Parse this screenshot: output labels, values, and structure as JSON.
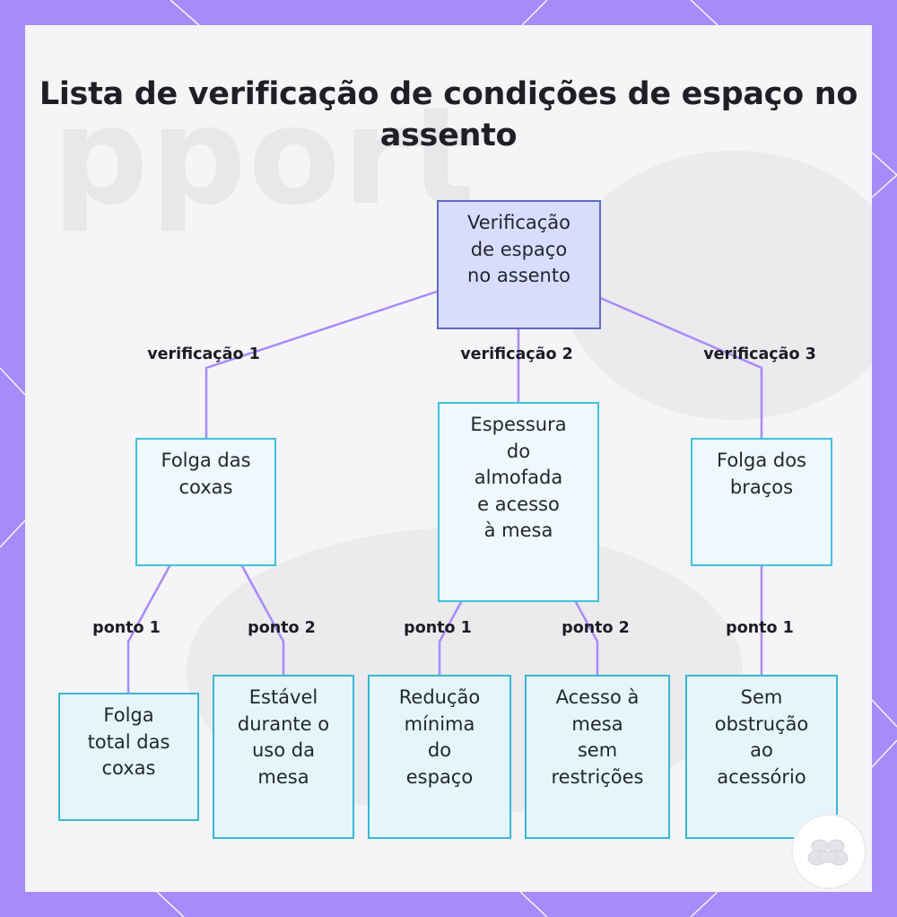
{
  "title": "Lista de verificação de condições de espaço no assento",
  "colors": {
    "frame": "#a78bfa",
    "root_fill": "#d9dcfd",
    "root_border": "#5c6ac4",
    "node_fill": "#eef8fd",
    "node_border": "#3fc2dc",
    "edge": "#a78bfa"
  },
  "nodes": {
    "root": "Verificação\nde espaço\nno assento",
    "thigh": "Folga das\ncoxas",
    "cushion": "Espessura\ndo\nalmofada\ne acesso\nà mesa",
    "arms": "Folga dos\nbraços",
    "leaf1": "Folga\ntotal das\ncoxas",
    "leaf2": "Estável\ndurante o\nuso da\nmesa",
    "leaf3": "Redução\nmínima\ndo\nespaço",
    "leaf4": "Acesso à\nmesa\nsem\nrestrições",
    "leaf5": "Sem\nobstrução\nao\nacessório"
  },
  "edge_labels": {
    "check1": "verificação 1",
    "check2": "verificação 2",
    "check3": "verificação 3",
    "thigh_p1": "ponto 1",
    "thigh_p2": "ponto 2",
    "cushion_p1": "ponto 1",
    "cushion_p2": "ponto 2",
    "arms_p1": "ponto 1"
  },
  "logo_icon": "cushion-logo-icon"
}
